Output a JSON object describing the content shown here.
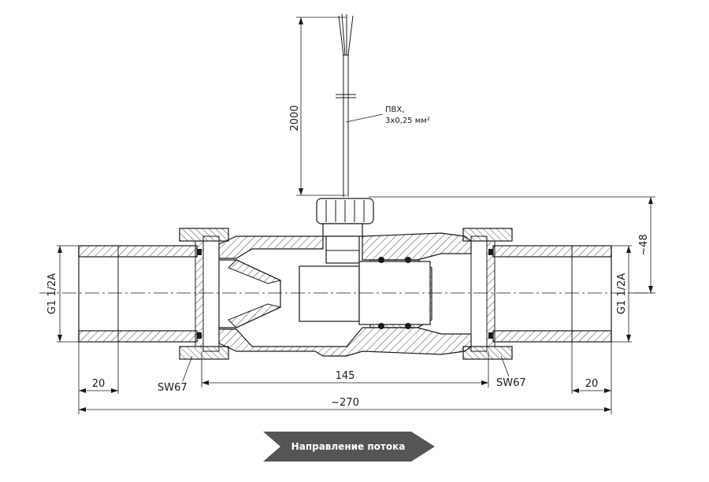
{
  "cable": {
    "length_label": "2000",
    "material_label_line1": "ПВХ,",
    "material_label_line2": "3х0,25 мм²"
  },
  "dimensions": {
    "thread_left": "G1 1/2A",
    "thread_right": "G1 1/2A",
    "height_label": "~48",
    "inner_length_label": "145",
    "total_length_label": "~270",
    "end_left_label": "20",
    "end_right_label": "20",
    "wrench_left": "SW67",
    "wrench_right": "SW67"
  },
  "flow_arrow": {
    "label": "Направление потока",
    "color": "#555555"
  }
}
